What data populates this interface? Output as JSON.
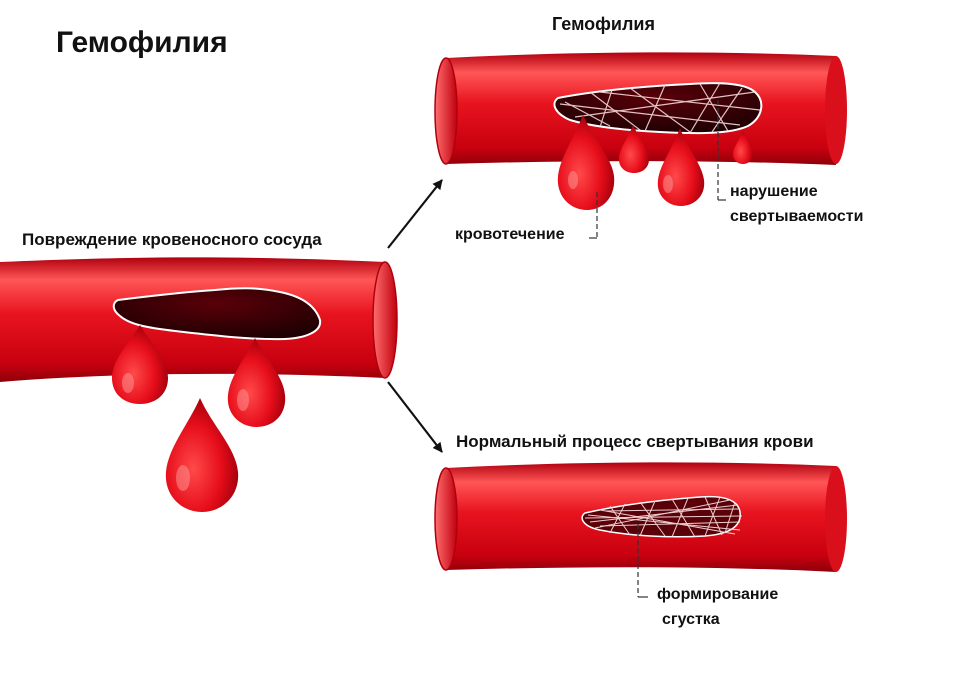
{
  "diagram": {
    "title": "Гемофилия",
    "damage_label": "Повреждение кровеносного сосуда",
    "hemophilia_label": "Гемофилия",
    "normal_label": "Нормальный процесс свертывания крови",
    "bleeding_label": "кровотечение",
    "coag_line1": "нарушение",
    "coag_line2": "свертываемости",
    "clot_line1": "формирование",
    "clot_line2": "сгустка"
  },
  "colors": {
    "vessel": "#e01420",
    "vessel_dark": "#a8000e",
    "vessel_light": "#ff5a5a",
    "wound_inner": "#3a0006",
    "drop": "#e8101c",
    "fibrin": "#f2d0d0"
  }
}
